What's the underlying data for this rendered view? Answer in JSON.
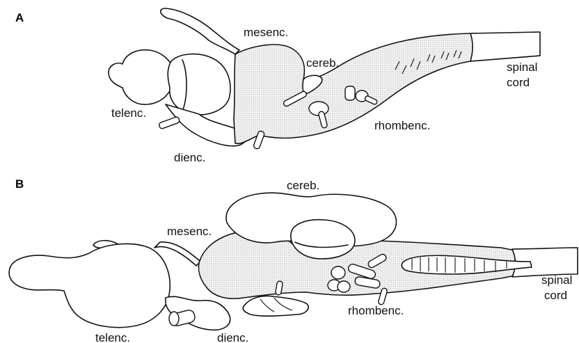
{
  "panels": [
    {
      "id": "A",
      "label": "A",
      "regions": {
        "telencephalon": "telenc.",
        "diencephalon": "dienc.",
        "mesencephalon": "mesenc.",
        "cerebellum": "cereb.",
        "rhombencephalon": "rhombenc.",
        "spinal_cord_line1": "spinal",
        "spinal_cord_line2": "cord"
      }
    },
    {
      "id": "B",
      "label": "B",
      "regions": {
        "telencephalon": "telenc.",
        "diencephalon": "dienc.",
        "mesencephalon": "mesenc.",
        "cerebellum": "cereb.",
        "rhombencephalon": "rhombenc.",
        "spinal_cord_line1": "spinal",
        "spinal_cord_line2": "cord"
      }
    }
  ]
}
